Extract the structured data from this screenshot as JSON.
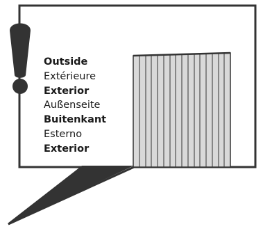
{
  "labels": [
    {
      "text": "Outside",
      "bold": true
    },
    {
      "text": "Extérieure",
      "bold": false
    },
    {
      "text": "Exterior",
      "bold": true
    },
    {
      "text": "Außenseite",
      "bold": false
    },
    {
      "text": "Buitenkant",
      "bold": true
    },
    {
      "text": "Esterno",
      "bold": false
    },
    {
      "text": "Exterior",
      "bold": true
    }
  ],
  "icons": {
    "warning": "exclamation-icon"
  },
  "colors": {
    "stroke": "#333333",
    "panel_fill": "#d9d9d9",
    "text": "#1a1a1a"
  }
}
